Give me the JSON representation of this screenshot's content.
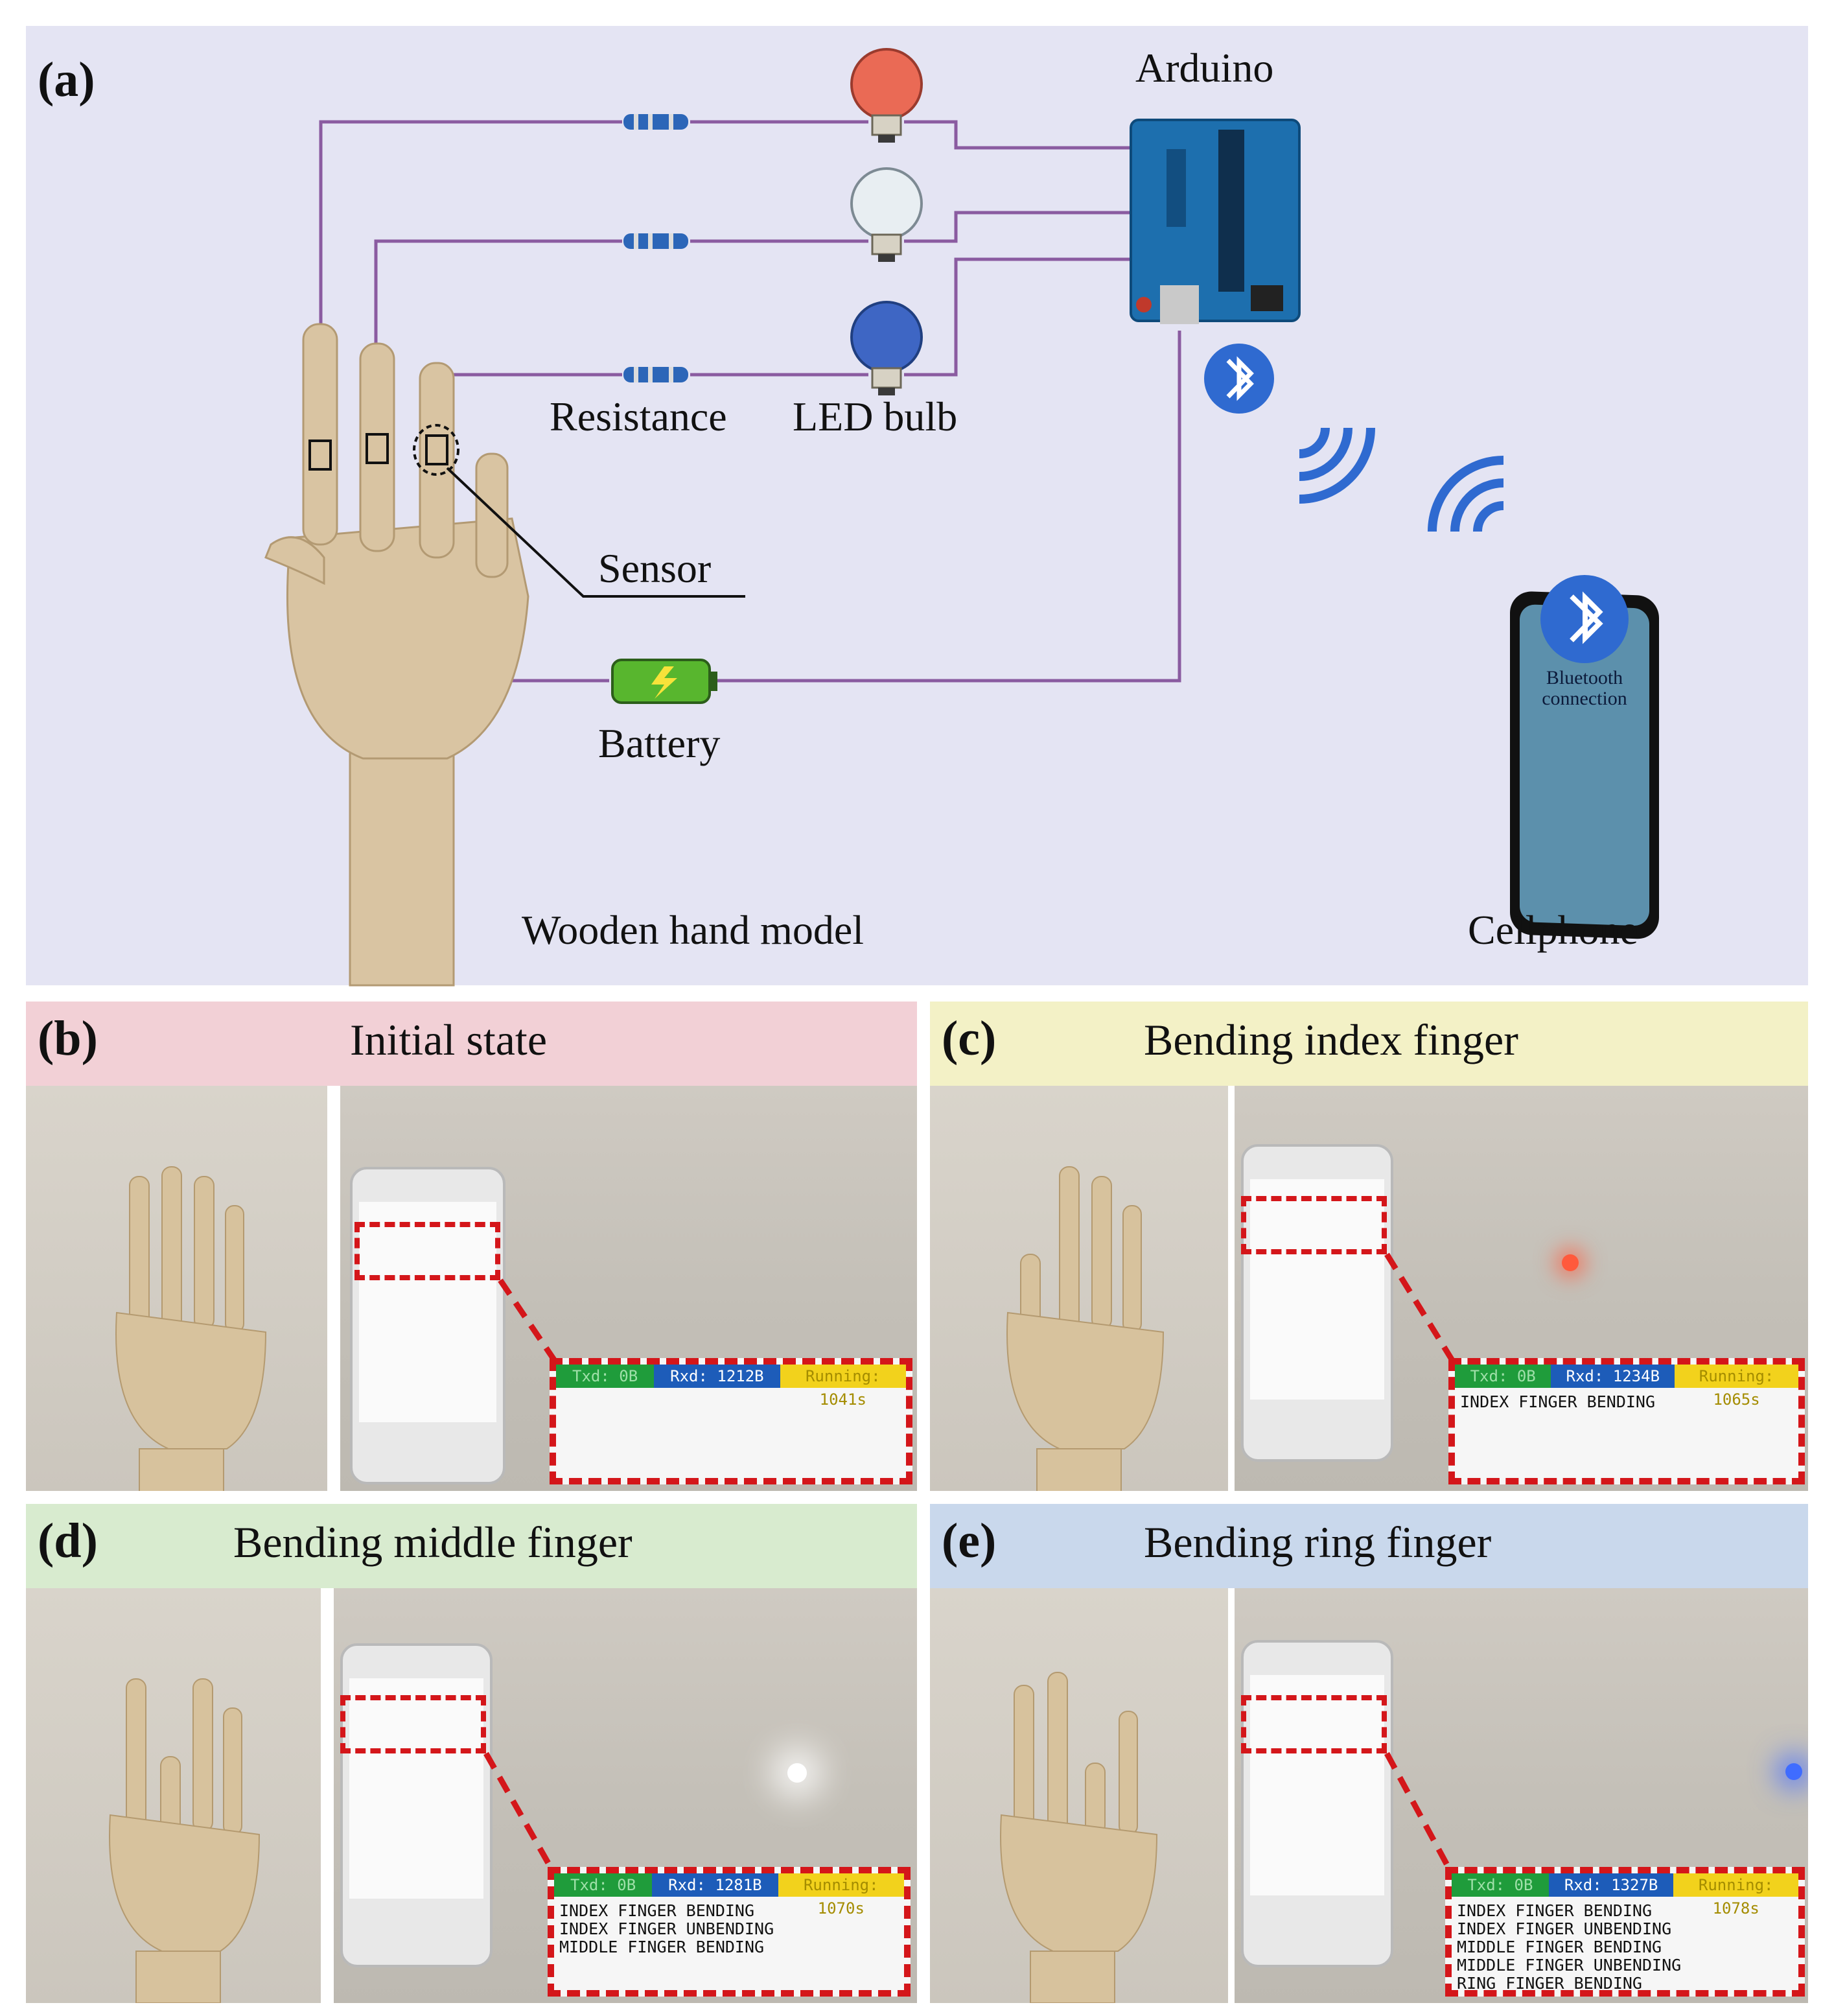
{
  "panel_a": {
    "label": "(a)",
    "arduino_label": "Arduino",
    "resistance_label": "Resistance",
    "led_label": "LED bulb",
    "sensor_label": "Sensor",
    "battery_label": "Battery",
    "hand_label": "Wooden hand model",
    "cellphone_label": "Cellphone",
    "phone_screen_text": "Bluetooth connection",
    "colors": {
      "wire": "#8a5ba0",
      "bulb_red": "#ea6a55",
      "bulb_white": "#e8eef2",
      "bulb_blue": "#3e66c4",
      "bluetooth": "#2f6ad0",
      "board": "#1d6fae"
    }
  },
  "panels": [
    {
      "id": "b",
      "label": "(b)",
      "title": "Initial state",
      "bg": "#f2d0d6",
      "zoom": {
        "tx": "Txd: 0B",
        "rx": "Rxd: 1212B",
        "run": "Running: 1041s",
        "lines": []
      }
    },
    {
      "id": "c",
      "label": "(c)",
      "title": "Bending index finger",
      "bg": "#f3f1c6",
      "zoom": {
        "tx": "Txd: 0B",
        "rx": "Rxd: 1234B",
        "run": "Running: 1065s",
        "lines": [
          "INDEX FINGER BENDING"
        ]
      }
    },
    {
      "id": "d",
      "label": "(d)",
      "title": "Bending middle finger",
      "bg": "#d8ebcf",
      "zoom": {
        "tx": "Txd: 0B",
        "rx": "Rxd: 1281B",
        "run": "Running: 1070s",
        "lines": [
          "INDEX FINGER BENDING",
          "INDEX FINGER UNBENDING",
          "MIDDLE FINGER BENDING"
        ]
      }
    },
    {
      "id": "e",
      "label": "(e)",
      "title": "Bending ring finger",
      "bg": "#c9d8ec",
      "zoom": {
        "tx": "Txd: 0B",
        "rx": "Rxd: 1327B",
        "run": "Running: 1078s",
        "lines": [
          "INDEX FINGER BENDING",
          "INDEX FINGER UNBENDING",
          "MIDDLE FINGER BENDING",
          "MIDDLE FINGER UNBENDING",
          "RING FINGER BENDING"
        ]
      }
    }
  ]
}
